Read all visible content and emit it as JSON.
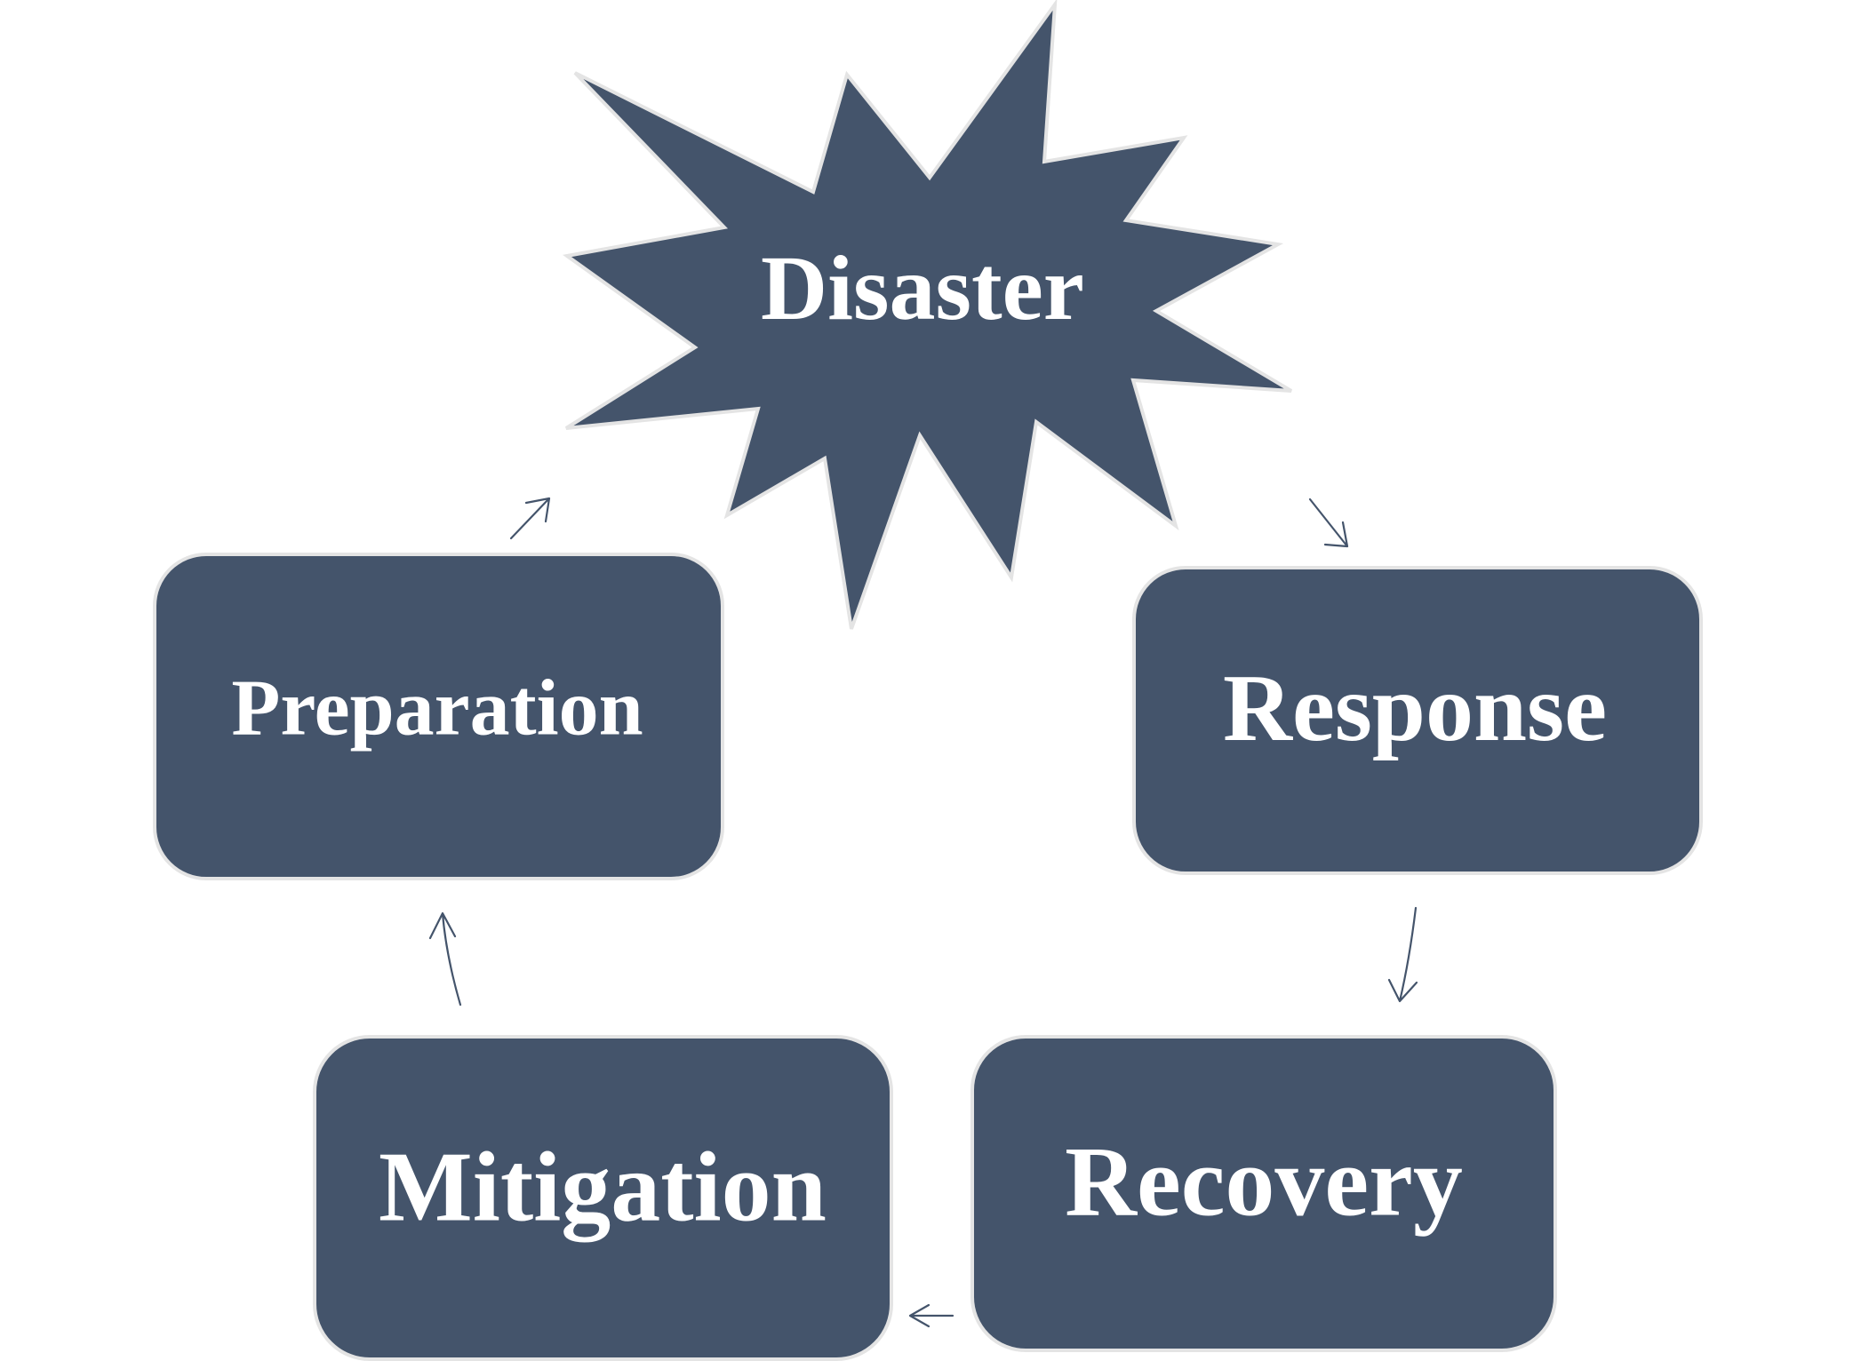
{
  "colors": {
    "node_fill": "#44546b",
    "node_border": "#e4e4e4",
    "arrow": "#44546b",
    "text": "#ffffff"
  },
  "nodes": {
    "disaster": {
      "label": "Disaster",
      "shape": "explosion"
    },
    "response": {
      "label": "Response",
      "shape": "rounded-rect"
    },
    "recovery": {
      "label": "Recovery",
      "shape": "rounded-rect"
    },
    "mitigation": {
      "label": "Mitigation",
      "shape": "rounded-rect"
    },
    "preparation": {
      "label": "Preparation",
      "shape": "rounded-rect"
    }
  },
  "edges": [
    {
      "from": "Disaster",
      "to": "Response",
      "icon": "arrow-icon"
    },
    {
      "from": "Response",
      "to": "Recovery",
      "icon": "arrow-icon"
    },
    {
      "from": "Recovery",
      "to": "Mitigation",
      "icon": "arrow-icon"
    },
    {
      "from": "Mitigation",
      "to": "Preparation",
      "icon": "arrow-icon"
    },
    {
      "from": "Preparation",
      "to": "Disaster",
      "icon": "arrow-icon"
    }
  ]
}
